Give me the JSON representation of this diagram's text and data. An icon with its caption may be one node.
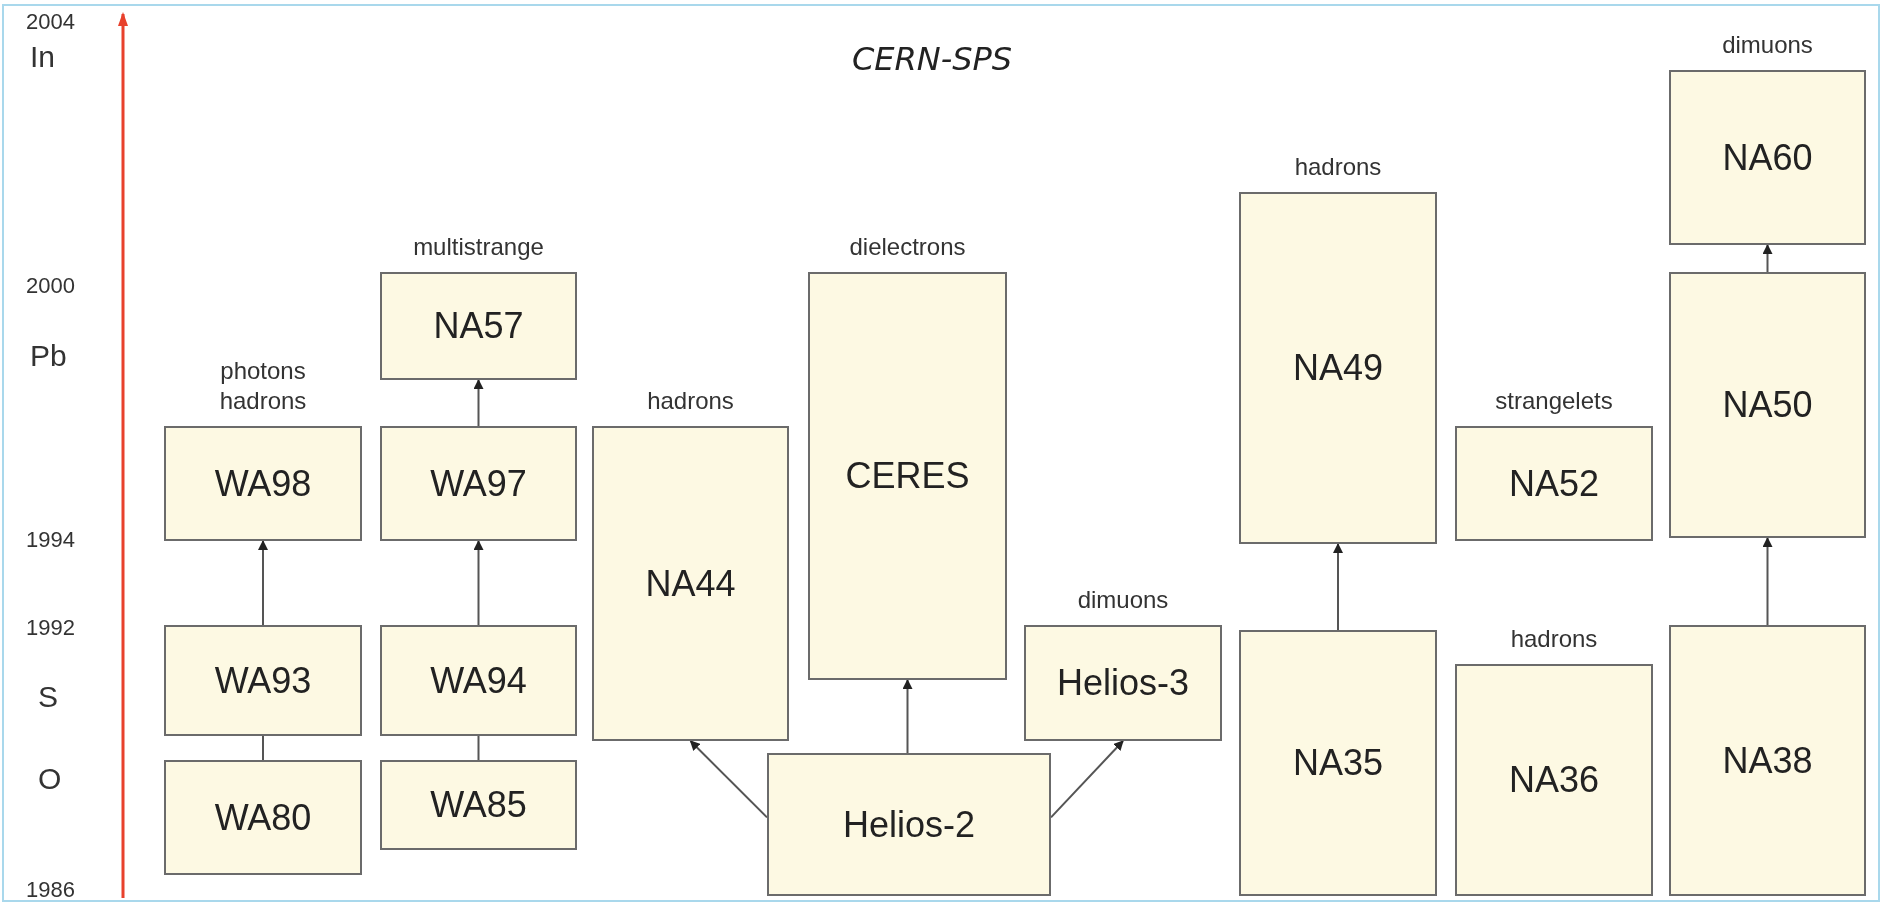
{
  "diagram": {
    "title": "CERN-SPS",
    "nodes": [
      {
        "text": [
          "WA98"
        ],
        "beside": [
          "photons hadrons"
        ]
      },
      {
        "text": [
          "WA93"
        ]
      },
      {
        "text": [
          "WA80"
        ]
      },
      {
        "text": [
          "NA57"
        ],
        "beside": [
          "multistrange"
        ]
      },
      {
        "text": [
          "WA97"
        ]
      },
      {
        "text": [
          "WA94"
        ]
      },
      {
        "text": [
          "WA85"
        ]
      },
      {
        "text": [
          "NA44"
        ],
        "beside": [
          "hadrons"
        ]
      },
      {
        "text": [
          "CERES"
        ],
        "beside": [
          "dielectrons"
        ]
      },
      {
        "text": [
          "Helios-3"
        ],
        "beside": [
          "dimuons"
        ]
      },
      {
        "text": [
          "Helios-2"
        ]
      },
      {
        "text": [
          "NA49"
        ],
        "beside": [
          "hadrons"
        ]
      },
      {
        "text": [
          "NA35"
        ]
      },
      {
        "text": [
          "NA52"
        ],
        "beside": [
          "strangelets"
        ]
      },
      {
        "text": [
          "NA36"
        ],
        "beside": [
          "hadrons"
        ]
      },
      {
        "text": [
          "NA60"
        ],
        "beside": [
          "dimuons"
        ]
      },
      {
        "text": [
          "NA50"
        ]
      },
      {
        "text": [
          "NA38"
        ]
      }
    ],
    "edges": [
      {
        "from": 2,
        "to": 1,
        "arrow": "none"
      },
      {
        "from": 1,
        "to": 0,
        "arrow": "to"
      },
      {
        "from": 6,
        "to": 5,
        "arrow": "none"
      },
      {
        "from": 5,
        "to": 4,
        "arrow": "to"
      },
      {
        "from": 4,
        "to": 3,
        "arrow": "to"
      },
      {
        "from": 10,
        "to": 7,
        "arrow": "to"
      },
      {
        "from": 10,
        "to": 8,
        "arrow": "to"
      },
      {
        "from": 10,
        "to": 9,
        "arrow": "to"
      },
      {
        "from": 12,
        "to": 11,
        "arrow": "to"
      },
      {
        "from": 17,
        "to": 16,
        "arrow": "to"
      },
      {
        "from": 16,
        "to": 15,
        "arrow": "to"
      }
    ],
    "labels": [
      "2004",
      "In",
      "2000",
      "Pb",
      "1994",
      "1992",
      "S",
      "O",
      "1986"
    ]
  }
}
